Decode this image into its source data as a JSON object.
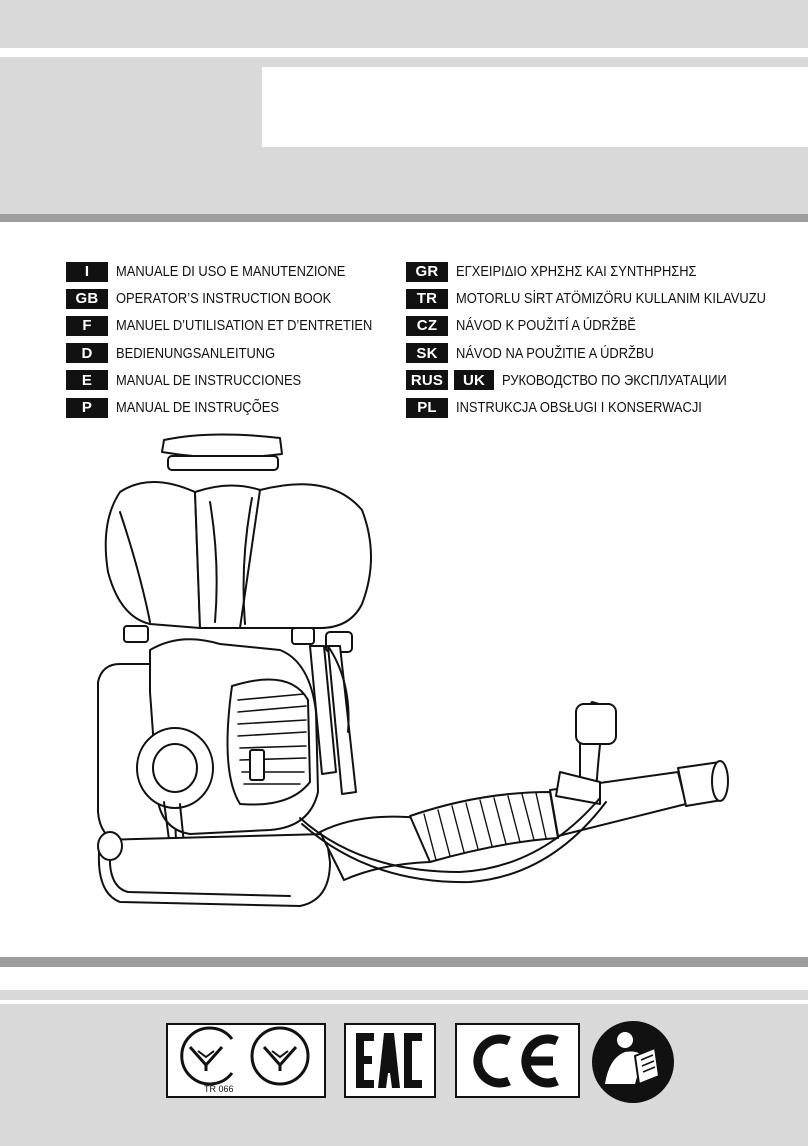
{
  "languages_left": [
    {
      "code": "I",
      "label": "MANUALE DI USO E MANUTENZIONE"
    },
    {
      "code": "GB",
      "label": "OPERATOR’S INSTRUCTION BOOK"
    },
    {
      "code": "F",
      "label": "MANUEL D’UTILISATION ET D’ENTRETIEN"
    },
    {
      "code": "D",
      "label": "BEDIENUNGSANLEITUNG"
    },
    {
      "code": "E",
      "label": "MANUAL DE INSTRUCCIONES"
    },
    {
      "code": "P",
      "label": "MANUAL DE INSTRUÇÕES"
    }
  ],
  "languages_right": [
    {
      "code": "GR",
      "label": "ΕΓΧΕΙΡΙΔΙΟ ΧΡΗΣΗΣ ΚΑΙ ΣΥΝΤΗΡΗΣΗΣ"
    },
    {
      "code": "TR",
      "label": "MOTORLU SİRT ATÖMIZÖRU KULLANIM KILAVUZU"
    },
    {
      "code": "CZ",
      "label": "NÁVOD K POUŽITÍ A ÚDRŽBĚ"
    },
    {
      "code": "SK",
      "label": "NÁVOD NA POUŽITIE A ÚDRŽBU"
    },
    {
      "code": "RUS",
      "code2": "UK",
      "label": "РУКОВОДСТВО ПО ЭКСПЛУАТАЦИИ"
    },
    {
      "code": "PL",
      "label": "INSTRUKCJA OBSŁUGI I KONSERWACJI"
    }
  ],
  "certifications": {
    "ua_label": "TR 066",
    "eac_mark": "EAC",
    "ce_mark": "CE"
  },
  "icons": {
    "machine": "backpack-mist-blower-illustration",
    "manual": "read-manual-icon"
  },
  "colors": {
    "panel_gray": "#d9d9d9",
    "line_gray": "#9d9d9d",
    "code_black": "#111111"
  }
}
